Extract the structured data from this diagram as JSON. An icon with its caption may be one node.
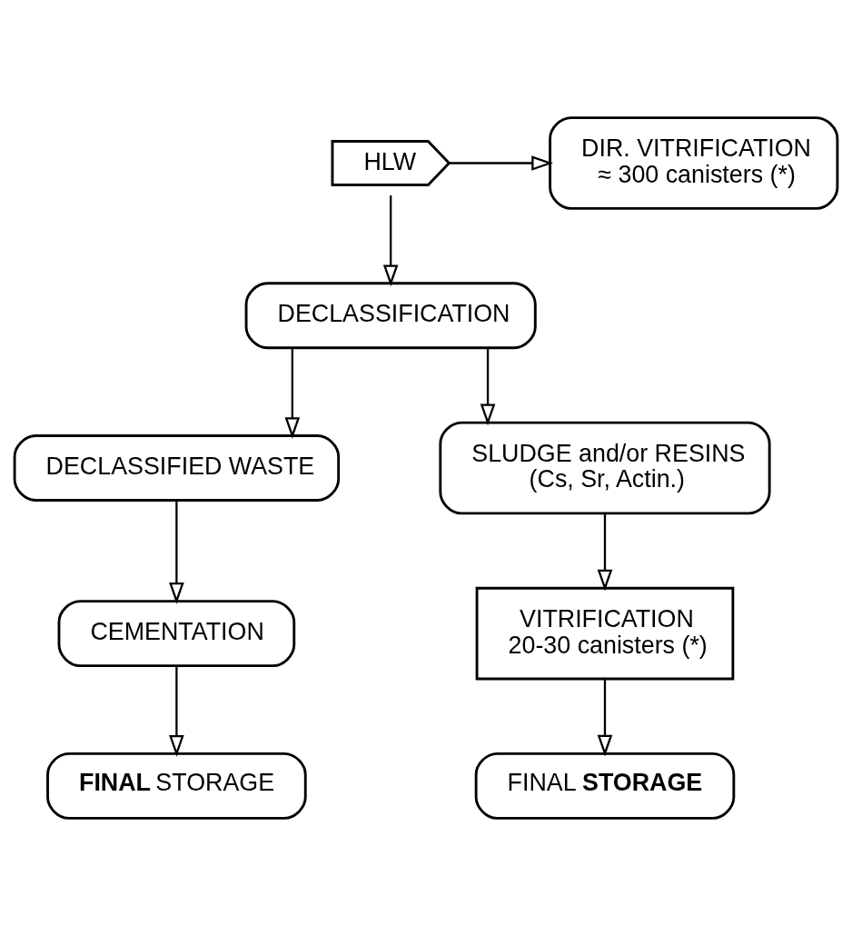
{
  "diagram": {
    "nodes": [
      {
        "text": [
          "HLW"
        ]
      },
      {
        "text": [
          "DIR. VITRIFICATION",
          "≈ 300 canisters (*)"
        ]
      },
      {
        "text": [
          "DECLASSIFICATION"
        ]
      },
      {
        "text": [
          "DECLASSIFIED WASTE"
        ]
      },
      {
        "text": [
          "SLUDGE and/or RESINS",
          "(Cs, Sr, Actin.)"
        ]
      },
      {
        "text": [
          "CEMENTATION"
        ]
      },
      {
        "text": [
          "VITRIFICATION",
          "20-30 canisters (*)"
        ]
      },
      {
        "text": [
          "**FINAL** STORAGE"
        ]
      },
      {
        "text": [
          "FINAL **STORAGE**"
        ]
      }
    ],
    "edges": [
      {
        "from": 0,
        "to": 1,
        "arrow": "to"
      },
      {
        "from": 0,
        "to": 2,
        "arrow": "to"
      },
      {
        "from": 2,
        "to": 3,
        "arrow": "to"
      },
      {
        "from": 2,
        "to": 4,
        "arrow": "to"
      },
      {
        "from": 3,
        "to": 5,
        "arrow": "to"
      },
      {
        "from": 4,
        "to": 6,
        "arrow": "to"
      },
      {
        "from": 5,
        "to": 7,
        "arrow": "to"
      },
      {
        "from": 6,
        "to": 8,
        "arrow": "to"
      }
    ]
  }
}
